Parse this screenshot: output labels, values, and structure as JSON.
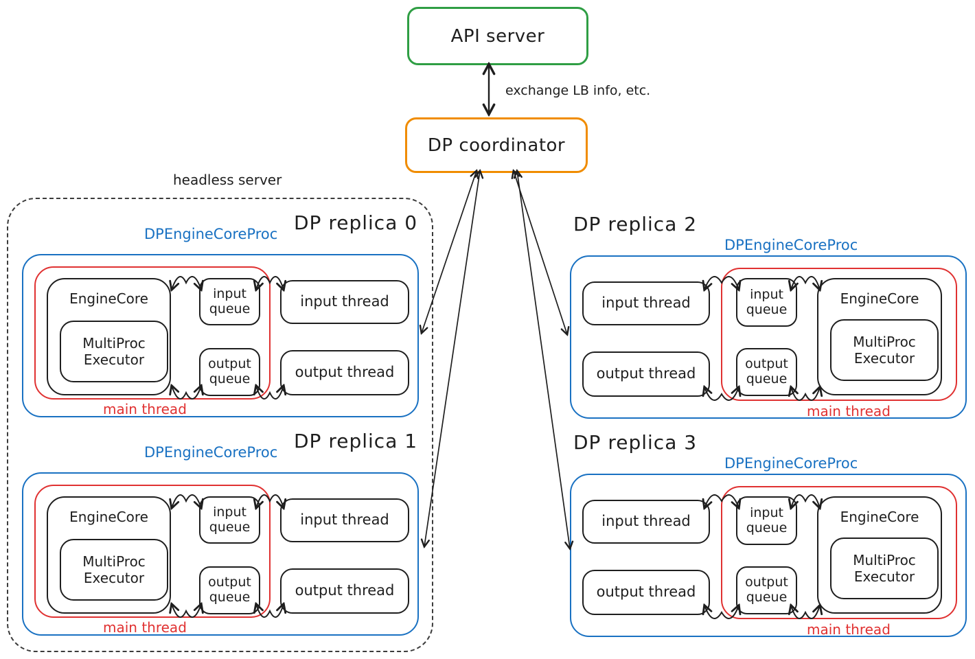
{
  "api_server": {
    "label": "API server",
    "border_color": "#2f9e44"
  },
  "coordinator": {
    "label": "DP coordinator",
    "border_color": "#f08c00"
  },
  "exchange_label": "exchange LB info, etc.",
  "headless_server_label": "headless server",
  "colors": {
    "green": "#2f9e44",
    "orange": "#f08c00",
    "blue": "#1971c2",
    "red": "#e03131",
    "ink": "#1e1e1e"
  },
  "replicas": [
    {
      "title": "DP replica 0",
      "proc_label": "DPEngineCoreProc",
      "engine_core": "EngineCore",
      "executor": "MultiProc Executor",
      "input_queue": "input queue",
      "output_queue": "output queue",
      "input_thread": "input thread",
      "output_thread": "output thread",
      "main_thread": "main thread"
    },
    {
      "title": "DP replica 1",
      "proc_label": "DPEngineCoreProc",
      "engine_core": "EngineCore",
      "executor": "MultiProc Executor",
      "input_queue": "input queue",
      "output_queue": "output queue",
      "input_thread": "input thread",
      "output_thread": "output thread",
      "main_thread": "main thread"
    },
    {
      "title": "DP replica 2",
      "proc_label": "DPEngineCoreProc",
      "engine_core": "EngineCore",
      "executor": "MultiProc Executor",
      "input_queue": "input queue",
      "output_queue": "output queue",
      "input_thread": "input thread",
      "output_thread": "output thread",
      "main_thread": "main thread"
    },
    {
      "title": "DP replica 3",
      "proc_label": "DPEngineCoreProc",
      "engine_core": "EngineCore",
      "executor": "MultiProc Executor",
      "input_queue": "input queue",
      "output_queue": "output queue",
      "input_thread": "input thread",
      "output_thread": "output thread",
      "main_thread": "main thread"
    }
  ]
}
